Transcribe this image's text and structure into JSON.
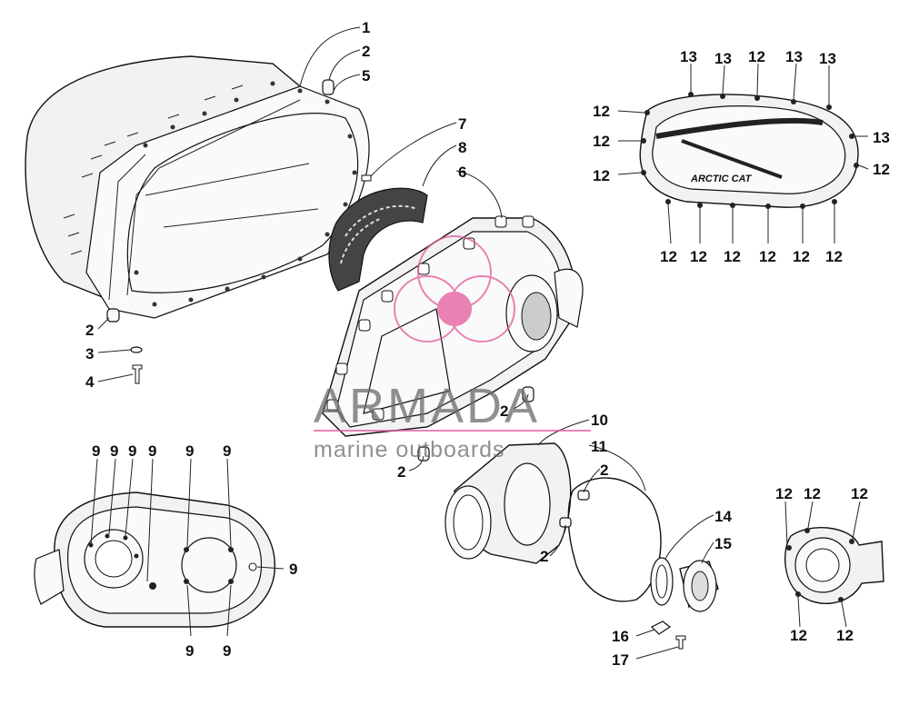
{
  "labels": {
    "l1": "1",
    "l2a": "2",
    "l5": "5",
    "l2b": "2",
    "l3": "3",
    "l4": "4",
    "l7": "7",
    "l8": "8",
    "l6": "6",
    "l2c": "2",
    "l10": "10",
    "l11": "11",
    "l2d": "2",
    "l2e": "2",
    "l2f": "2",
    "l14": "14",
    "l15": "15",
    "l16": "16",
    "l17": "17",
    "r1a": "13",
    "r1b": "13",
    "r1c": "12",
    "r1d": "13",
    "r1e": "13",
    "r2a": "12",
    "r2b": "12",
    "r2c": "12",
    "r2d": "13",
    "r2e": "12",
    "r3a": "12",
    "r3b": "12",
    "r3c": "12",
    "r3d": "12",
    "r3e": "12",
    "r3f": "12",
    "g9a": "9",
    "g9b": "9",
    "g9c": "9",
    "g9d": "9",
    "g9e": "9",
    "g9f": "9",
    "g9g": "9",
    "g9h": "9",
    "g9i": "9",
    "h12a": "12",
    "h12b": "12",
    "h12c": "12",
    "h12d": "12",
    "h12e": "12"
  },
  "cover_logo": "ARCTIC CAT",
  "watermark": {
    "brand": "ARMADA",
    "tagline": "marine outboards",
    "color": "#e35a9b"
  }
}
